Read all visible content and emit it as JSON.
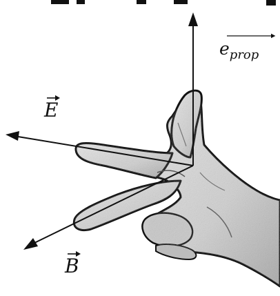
{
  "labels": {
    "propagation": {
      "base": "e",
      "subscript": "prop"
    },
    "electric_field": "E",
    "magnetic_field": "B"
  },
  "colors": {
    "ink": "#111111",
    "skin_fill": "#d9d9d9",
    "skin_shadow": "#9a9a9a",
    "background": "#ffffff"
  },
  "icons": {
    "hand": "right-hand-rule-hand-icon"
  }
}
